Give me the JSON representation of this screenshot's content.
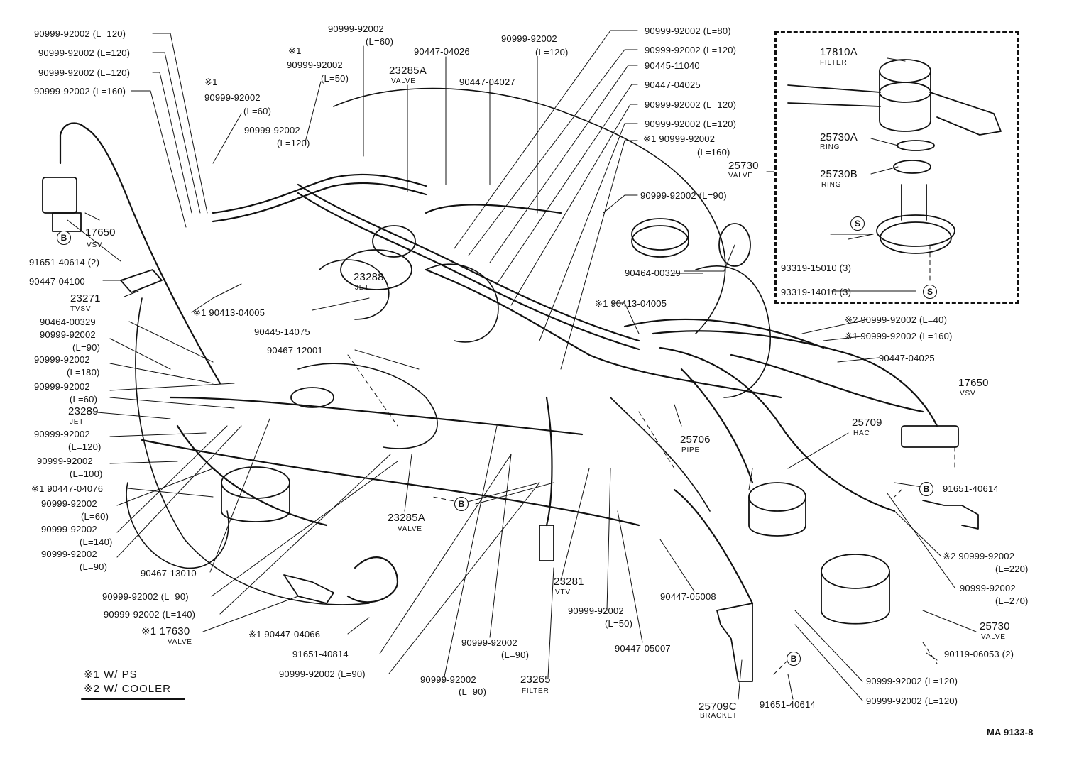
{
  "diagram_id": "MA 9133-8",
  "legend": {
    "note1": "※1 W/ PS",
    "note2": "※2 W/ COOLER"
  },
  "parts": {
    "p01": "90999-92002 (L=120)",
    "p02": "90999-92002 (L=120)",
    "p03": "90999-92002 (L=120)",
    "p04": "90999-92002 (L=160)",
    "p05": "90999-92002",
    "p05b": "(L=60)",
    "p06": "※1",
    "p06b": "90999-92002",
    "p06c": "(L=50)",
    "p07": "90447-04026",
    "p08": "23285A",
    "p08s": "VALVE",
    "p09": "90447-04027",
    "p10": "90999-92002",
    "p10b": "(L=120)",
    "p11": "※1",
    "p11b": "90999-92002",
    "p11c": "(L=60)",
    "p12": "90999-92002",
    "p12b": "(L=120)",
    "p13": "17650",
    "p13s": "VSV",
    "p14": "91651-40614 (2)",
    "p15": "90447-04100",
    "p16": "23271",
    "p16s": "TVSV",
    "p17": "90999-92002 (L=80)",
    "p18": "90999-92002 (L=120)",
    "p19": "90445-11040",
    "p20": "90447-04025",
    "p21": "90999-92002 (L=120)",
    "p22": "90999-92002 (L=120)",
    "p23": "※1 90999-92002",
    "p23b": "(L=160)",
    "p24": "25730",
    "p24s": "VALVE",
    "p25": "90999-92002 (L=90)",
    "p26": "90464-00329",
    "p27": "17810A",
    "p27s": "FILTER",
    "p28": "25730A",
    "p28s": "RING",
    "p29": "25730B",
    "p29s": "RING",
    "p30": "93319-15010 (3)",
    "p31": "93319-14010 (3)",
    "p32": "23288",
    "p32s": "JET",
    "p33": "※1 90413-04005",
    "p34": "90445-14075",
    "p35": "90467-12001",
    "p36": "※1 90413-04005",
    "p37": "90464-00329",
    "p38": "90999-92002",
    "p38b": "(L=90)",
    "p39": "90999-92002",
    "p39b": "(L=180)",
    "p40": "90999-92002",
    "p40b": "(L=60)",
    "p41": "23289",
    "p41s": "JET",
    "p42": "90999-92002",
    "p42b": "(L=120)",
    "p43": "90999-92002",
    "p43b": "(L=100)",
    "p44": "※1 90447-04076",
    "p45": "90999-92002",
    "p45b": "(L=60)",
    "p46": "90999-92002",
    "p46b": "(L=140)",
    "p47": "90999-92002",
    "p47b": "(L=90)",
    "p48": "90467-13010",
    "p49": "90999-92002 (L=90)",
    "p50": "90999-92002 (L=140)",
    "p51": "※1 17630",
    "p51s": "VALVE",
    "p52": "※1 90447-04066",
    "p53": "91651-40814",
    "p54": "90999-92002 (L=90)",
    "p55": "23285A",
    "p55s": "VALVE",
    "p56": "90999-92002",
    "p56b": "(L=90)",
    "p57": "90999-92002",
    "p57b": "(L=90)",
    "p58": "23265",
    "p58s": "FILTER",
    "p59": "23281",
    "p59s": "VTV",
    "p60": "90999-92002",
    "p60b": "(L=50)",
    "p61": "90447-05007",
    "p62": "90447-05008",
    "p63": "25706",
    "p63s": "PIPE",
    "p64": "※2 90999-92002 (L=40)",
    "p65": "※1 90999-92002 (L=160)",
    "p66": "90447-04025",
    "p67": "17650",
    "p67s": "VSV",
    "p68": "25709",
    "p68s": "HAC",
    "p69": "91651-40614",
    "p70": "※2 90999-92002",
    "p70b": "(L=220)",
    "p71": "90999-92002",
    "p71b": "(L=270)",
    "p72": "25730",
    "p72s": "VALVE",
    "p73": "90119-06053 (2)",
    "p74": "90999-92002 (L=120)",
    "p75": "90999-92002 (L=120)",
    "p76": "25709C",
    "p76s": "BRACKET",
    "p77": "91651-40614"
  },
  "markers": {
    "b": "B",
    "s": "S"
  }
}
